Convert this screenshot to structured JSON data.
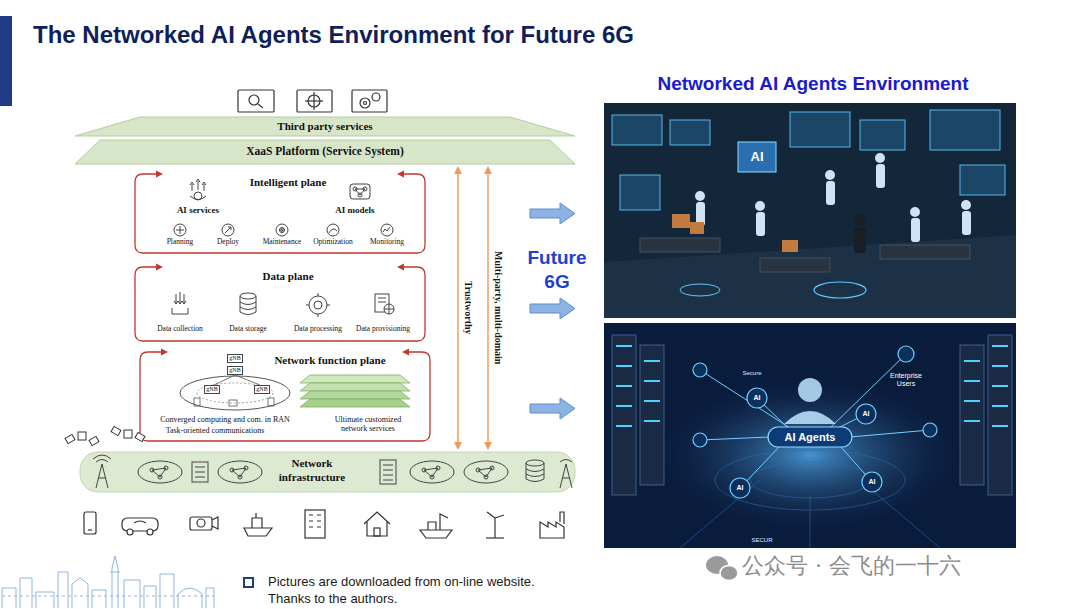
{
  "diagram": {
    "title": "The Networked AI Agents Environment for Future 6G",
    "nodes": [
      {
        "text": [
          "Third party services"
        ]
      },
      {
        "text": [
          "XaaS Platform (Service System)"
        ]
      },
      {
        "text": [
          "Intelligent plane",
          "AI services",
          "AI models",
          "Planning",
          "Deploy",
          "Maintenance",
          "Optimization",
          "Monitoring"
        ]
      },
      {
        "text": [
          "Data plane",
          "Data collection",
          "Data storage",
          "Data processing",
          "Data provisioning"
        ]
      },
      {
        "text": [
          "Network function plane",
          "gNB",
          "gNB",
          "gNB",
          "gNB",
          "Converged computing and com. in RAN",
          "Task-oriented communications",
          "Ultimate customized network services"
        ]
      },
      {
        "text": [
          "Network infrastructure"
        ]
      }
    ],
    "edges": [
      {
        "from": 1,
        "to": 5,
        "arrow": "both",
        "label": "Trustworthy"
      },
      {
        "from": 1,
        "to": 5,
        "arrow": "both",
        "label": "Multi-party, multi-domain"
      }
    ],
    "labels": [
      "Networked AI Agents Environment",
      "Future 6G",
      "AI",
      "Secure",
      "Enterprise Users",
      "AI Agents",
      "AI",
      "AI",
      "AI",
      "AI",
      "SECUR",
      "Pictures are downloaded from on-line website. Thanks to the authors.",
      "公众号 · 会飞的一十六"
    ]
  }
}
